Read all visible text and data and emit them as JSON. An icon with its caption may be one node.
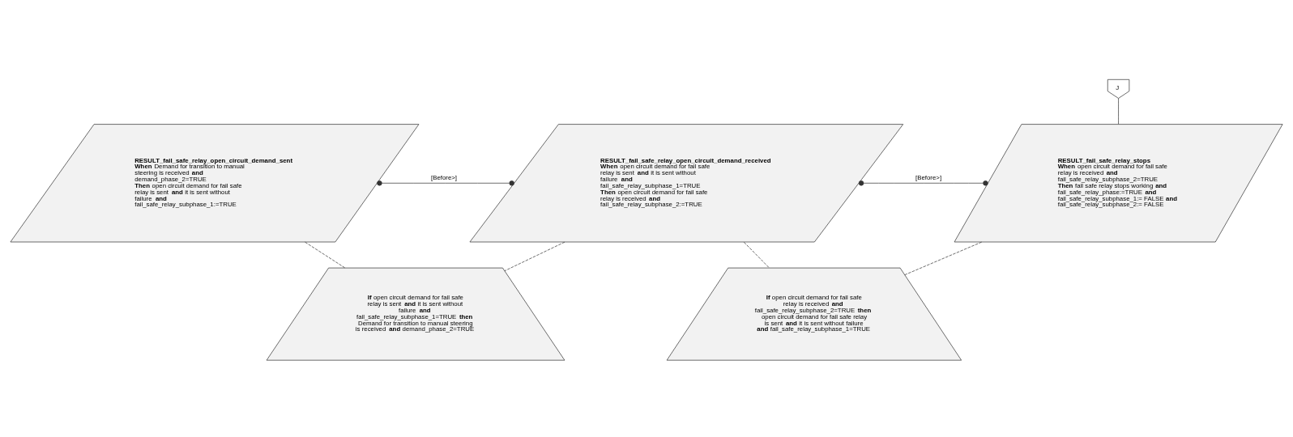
{
  "diagram": {
    "nodes": [
      {
        "text": [
          "RESULT_fail_safe_relay_open_circuit_demand_sent",
          "**When** Demand for transition to manual steering is received **and** demand_phase_2=TRUE",
          "**Then** open circuit demand for fail safe relay is sent **and** it is sent without failure **and** fail_safe_relay_subphase_1:=TRUE"
        ]
      },
      {
        "text": [
          "RESULT_fail_safe_relay_open_circuit_demand_received",
          "**When** open circuit demand for fail safe relay is sent **and** it is sent without failure **and** fail_safe_relay_subphase_1=TRUE",
          "**Then** open circuit demand for fail safe relay is received **and** fail_safe_relay_subphase_2:=TRUE"
        ]
      },
      {
        "text": [
          "RESULT_fail_safe_relay_stops",
          "**When** open circuit demand for fail safe relay is received **and** fail_safe_relay_subphase_2=TRUE",
          "**Then** fail safe relay stops working **and** fail_safe_relay_phase:=TRUE **and** fail_safe_relay_subphase_1:= FALSE **and** fail_safe_relay_subphase_2:= FALSE"
        ]
      },
      {
        "text": [
          "**If** open circuit demand for fail safe relay is sent **and** it is sent without failure **and** fail_safe_relay_subphase_1=TRUE **then** Demand for transition to manual steering is received **and** demand_phase_2=TRUE"
        ]
      },
      {
        "text": [
          "**If** open circuit demand for fail safe relay is received **and** fail_safe_relay_subphase_2=TRUE **then** open circuit demand for fail safe relay is sent **and** it is sent without failure **and** fail_safe_relay_subphase_1=TRUE"
        ]
      },
      {
        "text": [
          "J"
        ]
      }
    ],
    "edges": [
      {
        "from": 0,
        "to": 1,
        "arrow": "other",
        "label": "[Before>]"
      },
      {
        "from": 1,
        "to": 2,
        "arrow": "other",
        "label": "[Before>]"
      },
      {
        "from": 5,
        "to": 2,
        "arrow": "none"
      },
      {
        "from": 0,
        "to": 3,
        "arrow": "none",
        "style": "dashed"
      },
      {
        "from": 1,
        "to": 3,
        "arrow": "none",
        "style": "dashed"
      },
      {
        "from": 1,
        "to": 4,
        "arrow": "none",
        "style": "dashed"
      },
      {
        "from": 2,
        "to": 4,
        "arrow": "none",
        "style": "dashed"
      }
    ]
  }
}
